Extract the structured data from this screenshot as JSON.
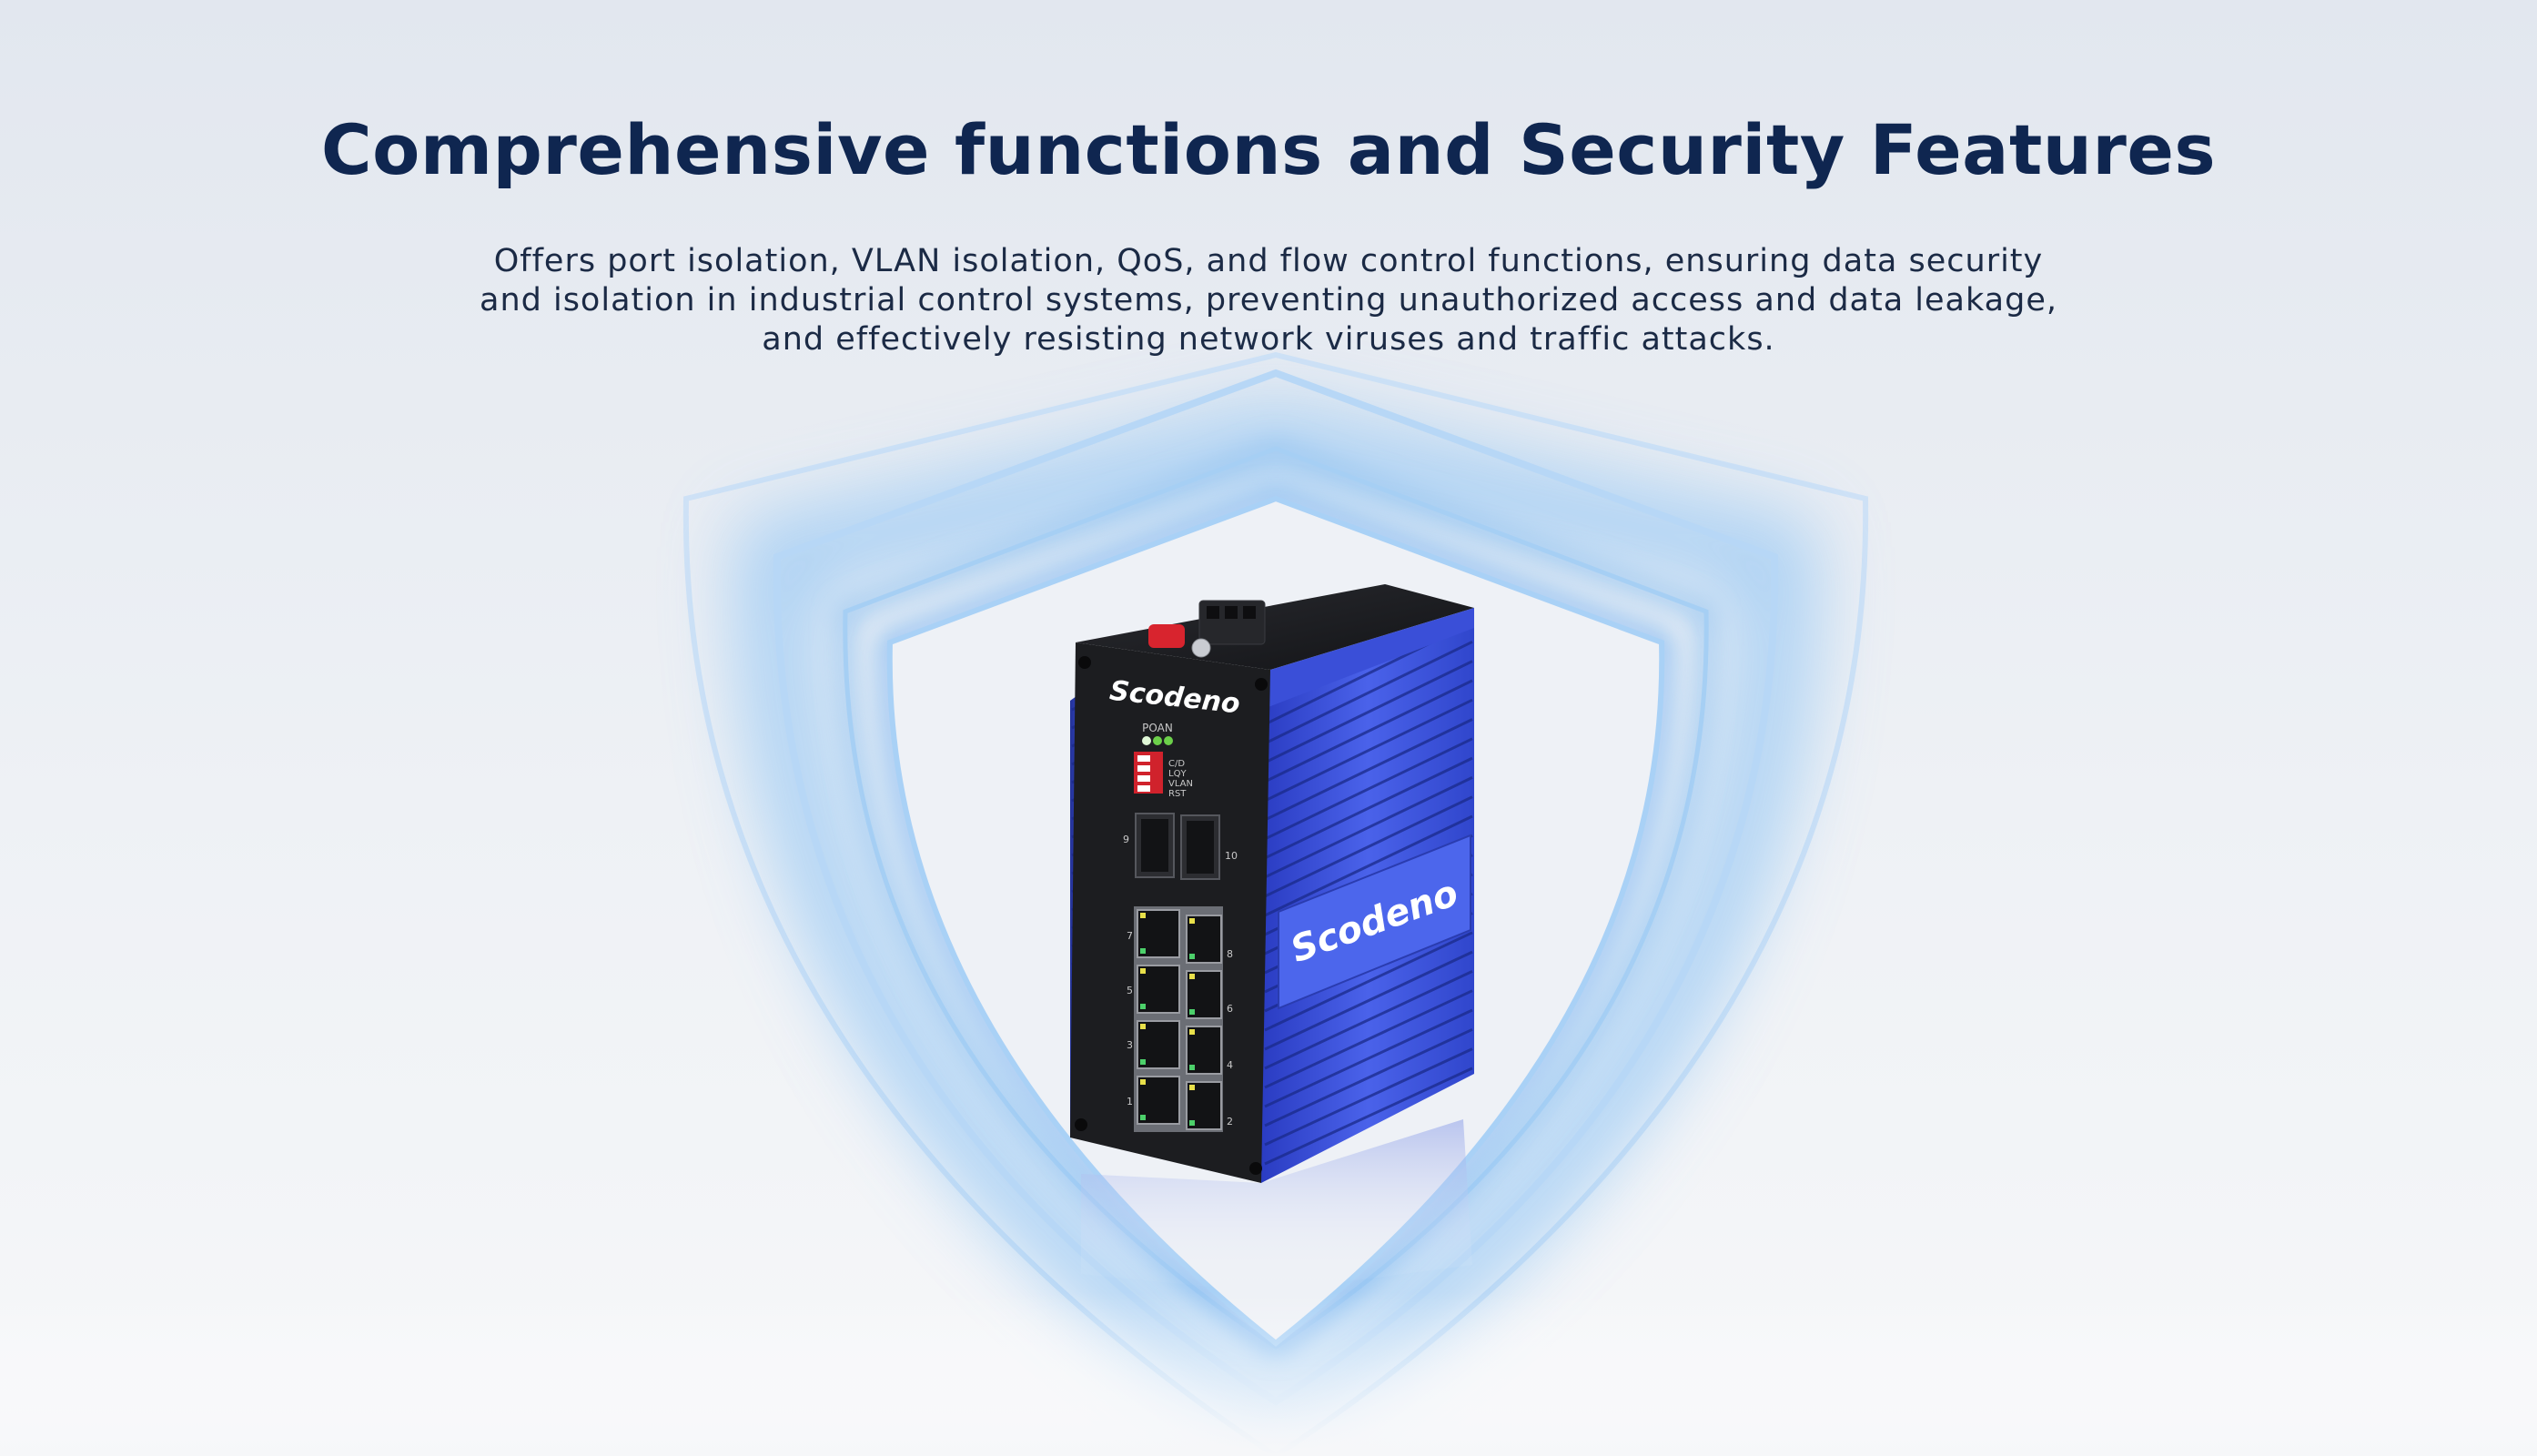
{
  "heading": "Comprehensive functions and Security Features",
  "description": [
    "Offers port isolation, VLAN isolation, QoS, and flow control functions, ensuring data security",
    "and isolation in industrial control systems, preventing unauthorized access and data leakage,",
    "and effectively resisting network viruses and traffic attacks."
  ],
  "device": {
    "brand": "Scodeno",
    "indicator_label": "POAN",
    "dip_labels": [
      "C/D",
      "LQY",
      "VLAN",
      "RST"
    ],
    "sfp_ports": [
      "9",
      "10"
    ],
    "rj45_left": [
      "7",
      "5",
      "3",
      "1"
    ],
    "rj45_right": [
      "8",
      "6",
      "4",
      "2"
    ],
    "colors": {
      "body": "#3a4fd8",
      "front": "#1c1d20",
      "dip": "#d0222c",
      "shield_glow": "#7ab8f2"
    }
  }
}
